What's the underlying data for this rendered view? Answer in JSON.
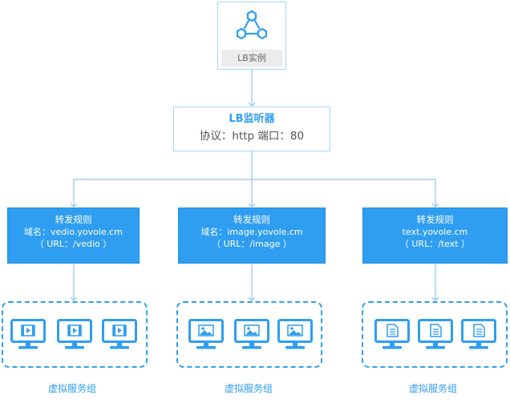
{
  "lb_instance": {
    "label": "LB实例",
    "icon": "network-nodes-icon"
  },
  "listener": {
    "title": "LB监听器",
    "detail": "协议：http 端口：80"
  },
  "rules": [
    {
      "title": "转发规则",
      "domain": "域名：vedio.yovole.cm",
      "url": "（ URL：/vedio ）",
      "server_icon": "video-file-icon"
    },
    {
      "title": "转发规则",
      "domain": "域名：image.yovole.cm",
      "url": "（ URL：/image ）",
      "server_icon": "image-file-icon"
    },
    {
      "title": "转发规则",
      "domain": "text.yovole.cm",
      "url": "（ URL：/text ）",
      "server_icon": "text-file-icon"
    }
  ],
  "groups": [
    {
      "label": "虚拟服务组"
    },
    {
      "label": "虚拟服务组"
    },
    {
      "label": "虚拟服务组"
    }
  ],
  "colors": {
    "accent": "#2f9ef0",
    "connector": "#92c8f2",
    "box_border": "#a6d4f7"
  }
}
